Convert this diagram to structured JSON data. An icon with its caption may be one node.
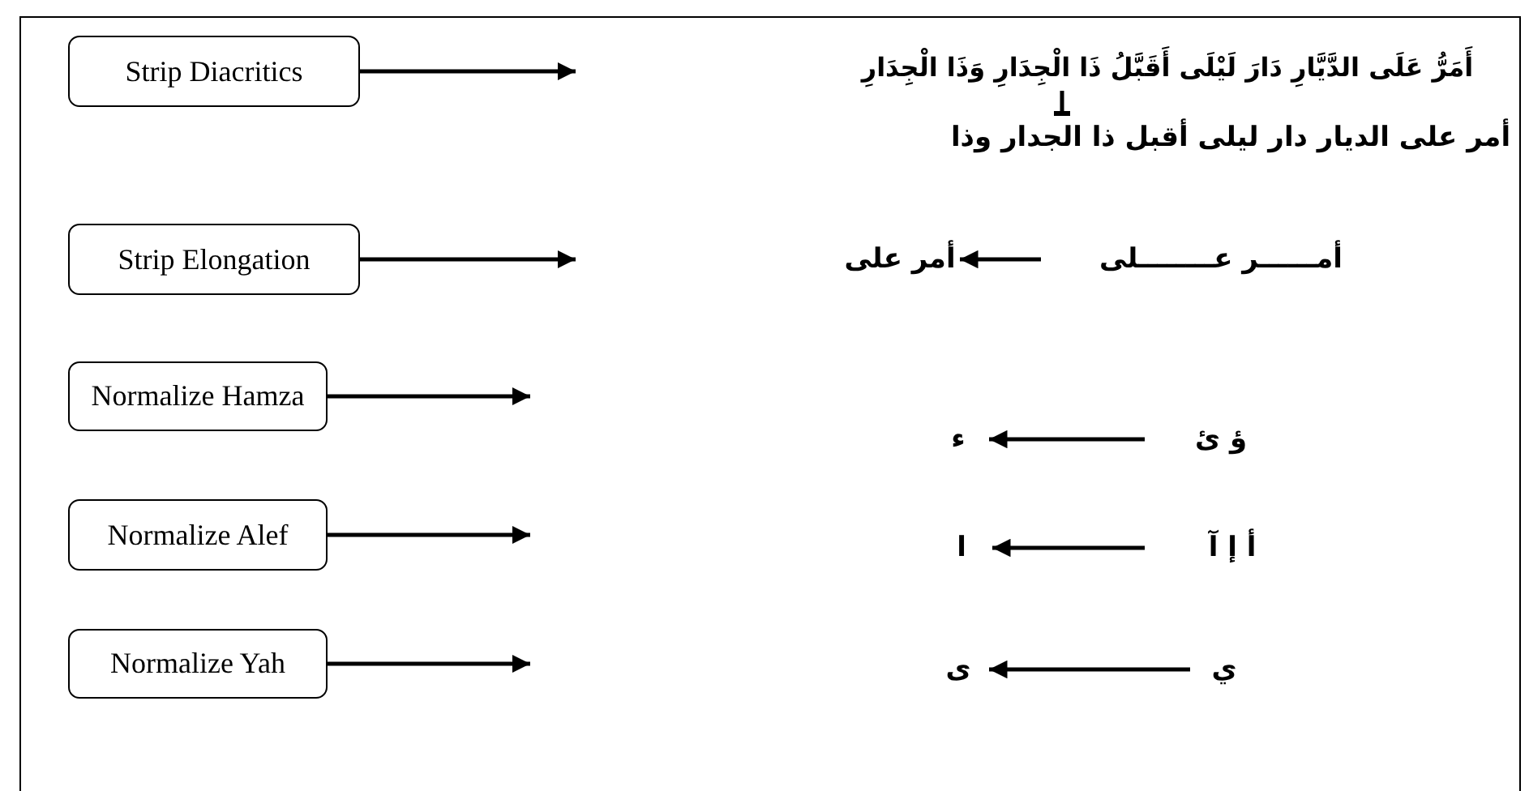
{
  "diagram": {
    "nodes": [
      {
        "text": [
          "Strip Diacritics"
        ]
      },
      {
        "text": [
          "أَمَرُّ عَلَى الدَّيَّارِ دَارَ لَيْلَى أَقَبَّلُ ذَا الْجِدَارِ وَذَا الْجِدَارِ"
        ]
      },
      {
        "text": [
          "أمر على الديار دار ليلى أقبل ذا الجدار وذا"
        ]
      },
      {
        "text": [
          "Strip Elongation"
        ]
      },
      {
        "text": [
          "أمــــــر عــــــــلى"
        ]
      },
      {
        "text": [
          "أمر على"
        ]
      },
      {
        "text": [
          "Normalize Hamza"
        ]
      },
      {
        "text": [
          "ؤ  ئ"
        ]
      },
      {
        "text": [
          "ء"
        ]
      },
      {
        "text": [
          "Normalize Alef"
        ]
      },
      {
        "text": [
          "أ  إ  آ"
        ]
      },
      {
        "text": [
          "ا"
        ]
      },
      {
        "text": [
          "Normalize Yah"
        ]
      },
      {
        "text": [
          "ي"
        ]
      },
      {
        "text": [
          "ى"
        ]
      }
    ],
    "edges": [
      {
        "from": 0,
        "to": null,
        "arrow": "to"
      },
      {
        "from": 1,
        "to": 2,
        "arrow": "other"
      },
      {
        "from": 3,
        "to": null,
        "arrow": "to"
      },
      {
        "from": 4,
        "to": 5,
        "arrow": "to"
      },
      {
        "from": 6,
        "to": null,
        "arrow": "to"
      },
      {
        "from": 7,
        "to": 8,
        "arrow": "to"
      },
      {
        "from": 9,
        "to": null,
        "arrow": "to"
      },
      {
        "from": 10,
        "to": 11,
        "arrow": "to"
      },
      {
        "from": 12,
        "to": null,
        "arrow": "to"
      },
      {
        "from": 13,
        "to": 14,
        "arrow": "to"
      }
    ]
  }
}
